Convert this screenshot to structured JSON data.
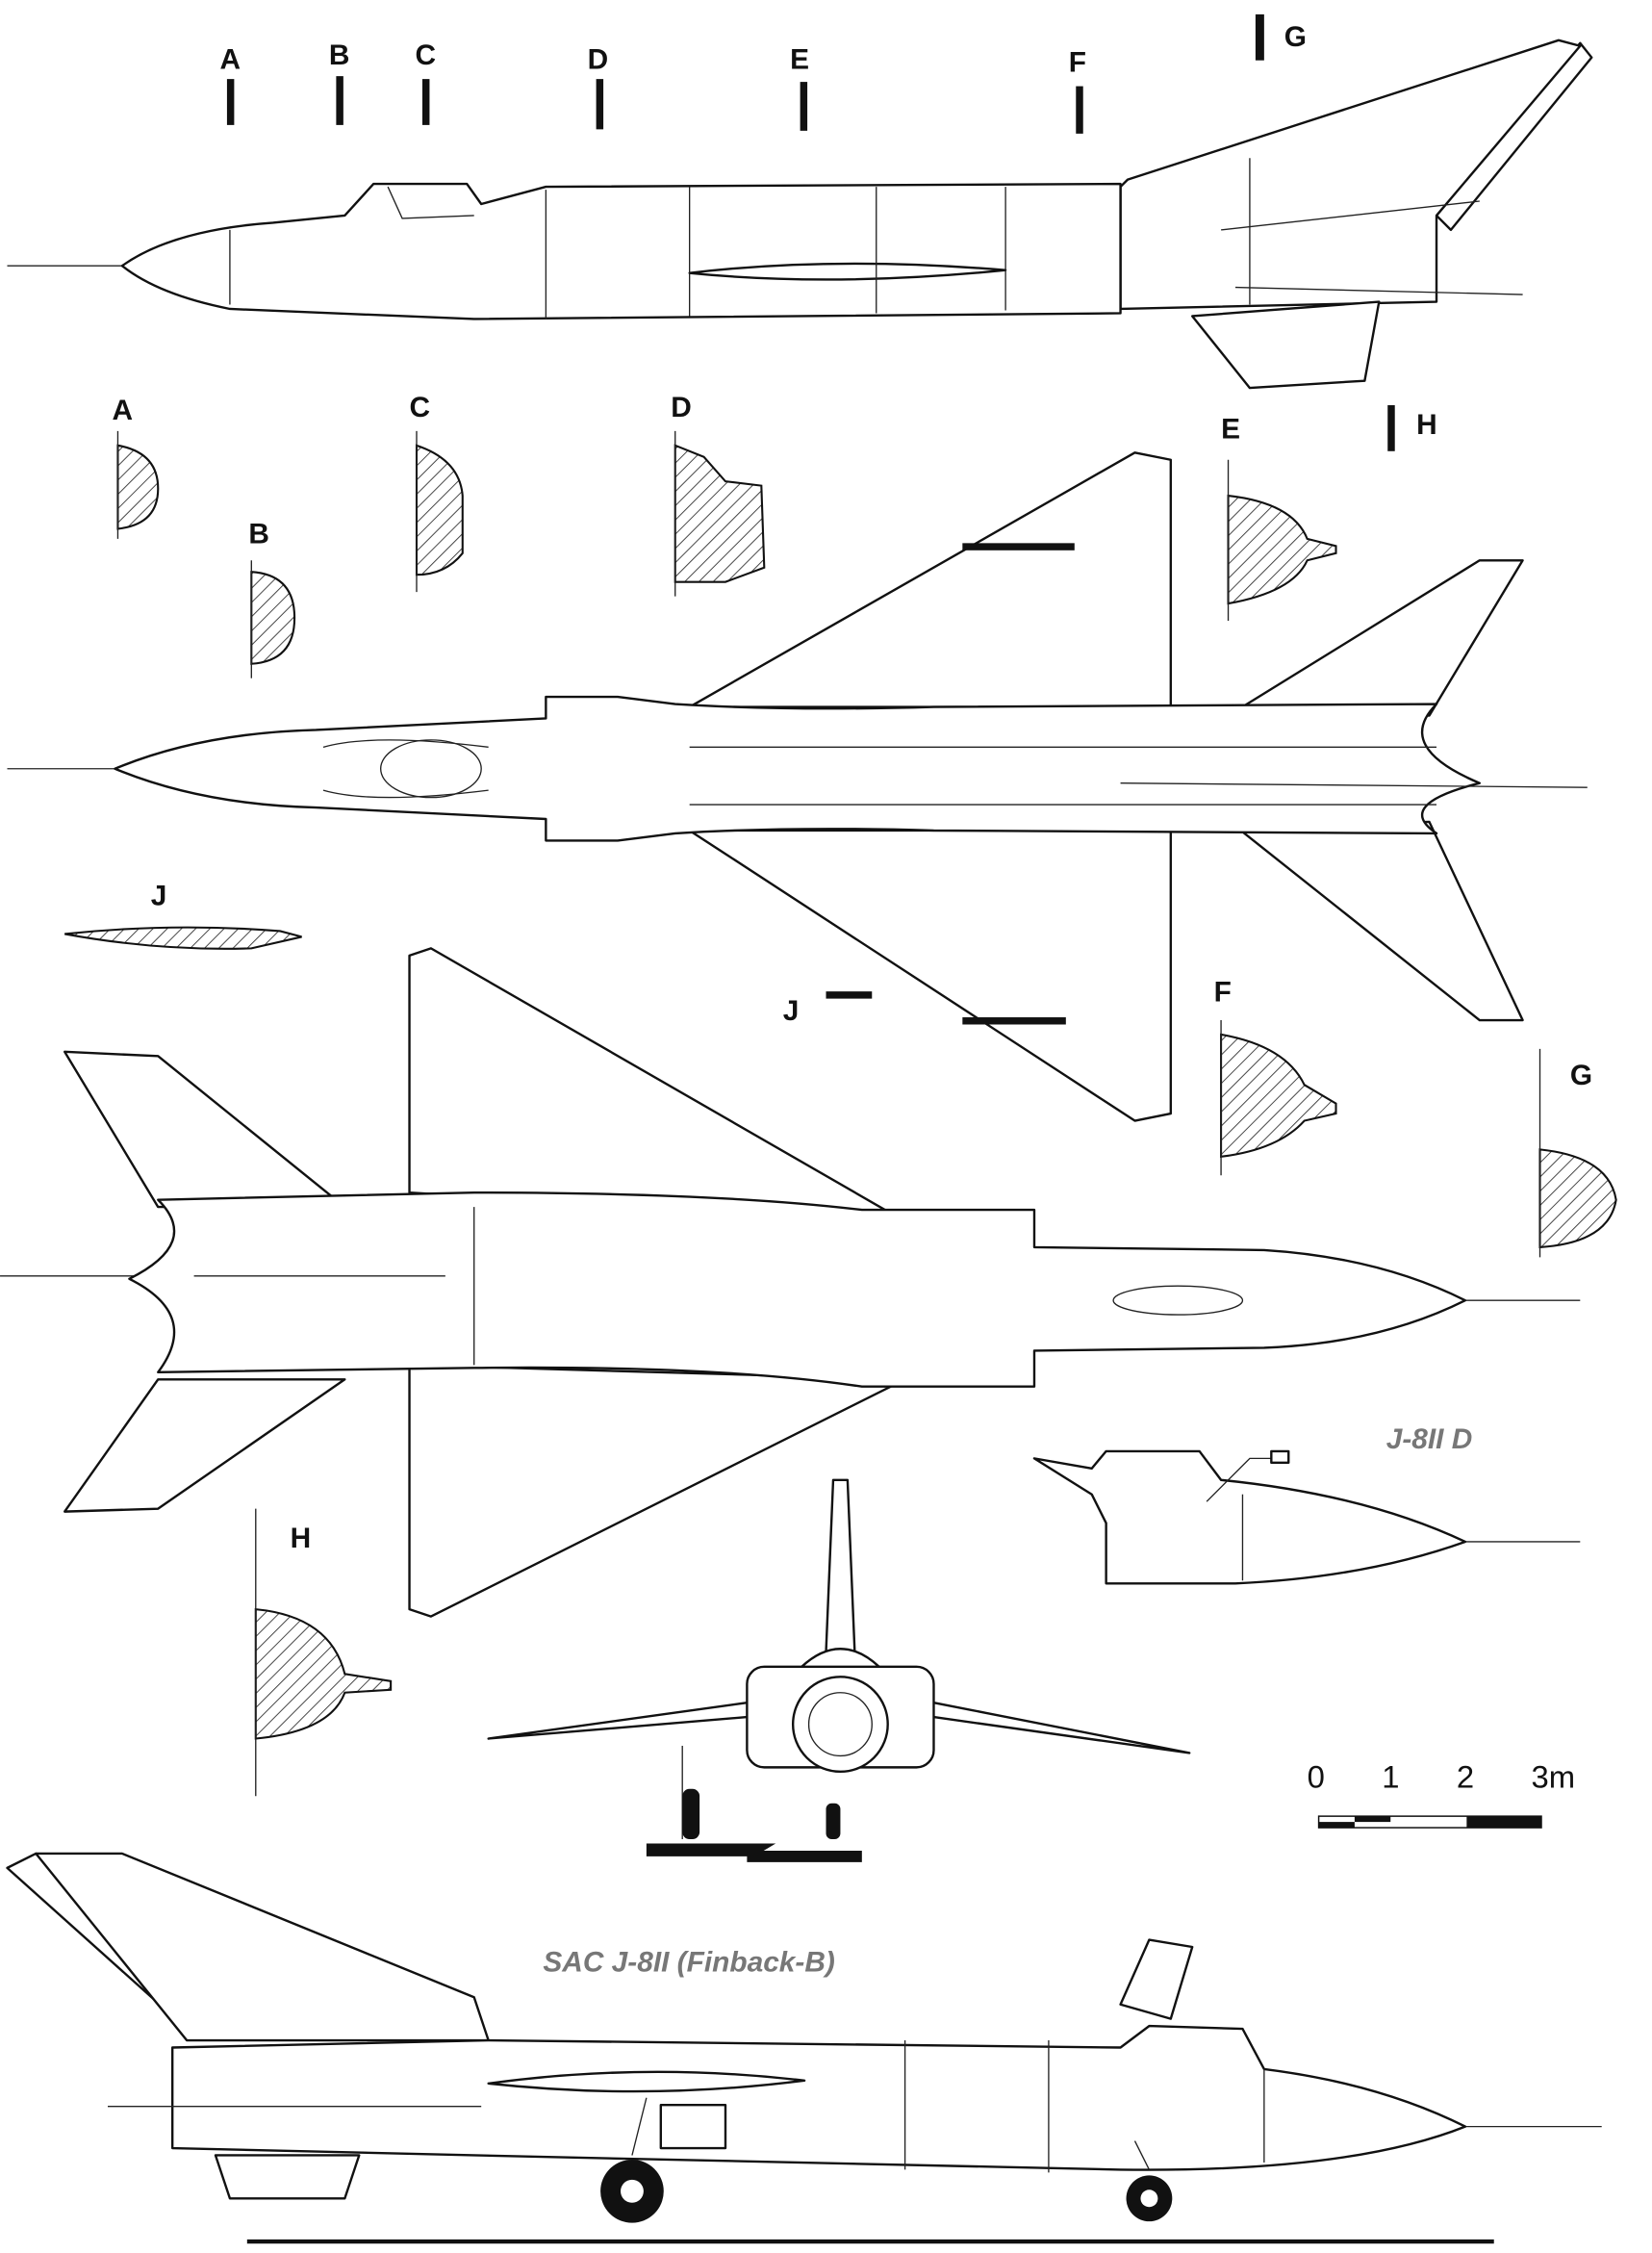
{
  "section_markers_side_view": [
    "A",
    "B",
    "C",
    "D",
    "E",
    "F",
    "G"
  ],
  "section_marker_plan_view": [
    "H",
    "J"
  ],
  "cross_sections": [
    "A",
    "B",
    "C",
    "D",
    "E",
    "F",
    "G",
    "H",
    "J"
  ],
  "titles": {
    "variant": "J-8II D",
    "main": "SAC J-8II (Finback-B)"
  },
  "scale_bar": {
    "ticks": [
      "0",
      "1",
      "2",
      "3m"
    ]
  }
}
